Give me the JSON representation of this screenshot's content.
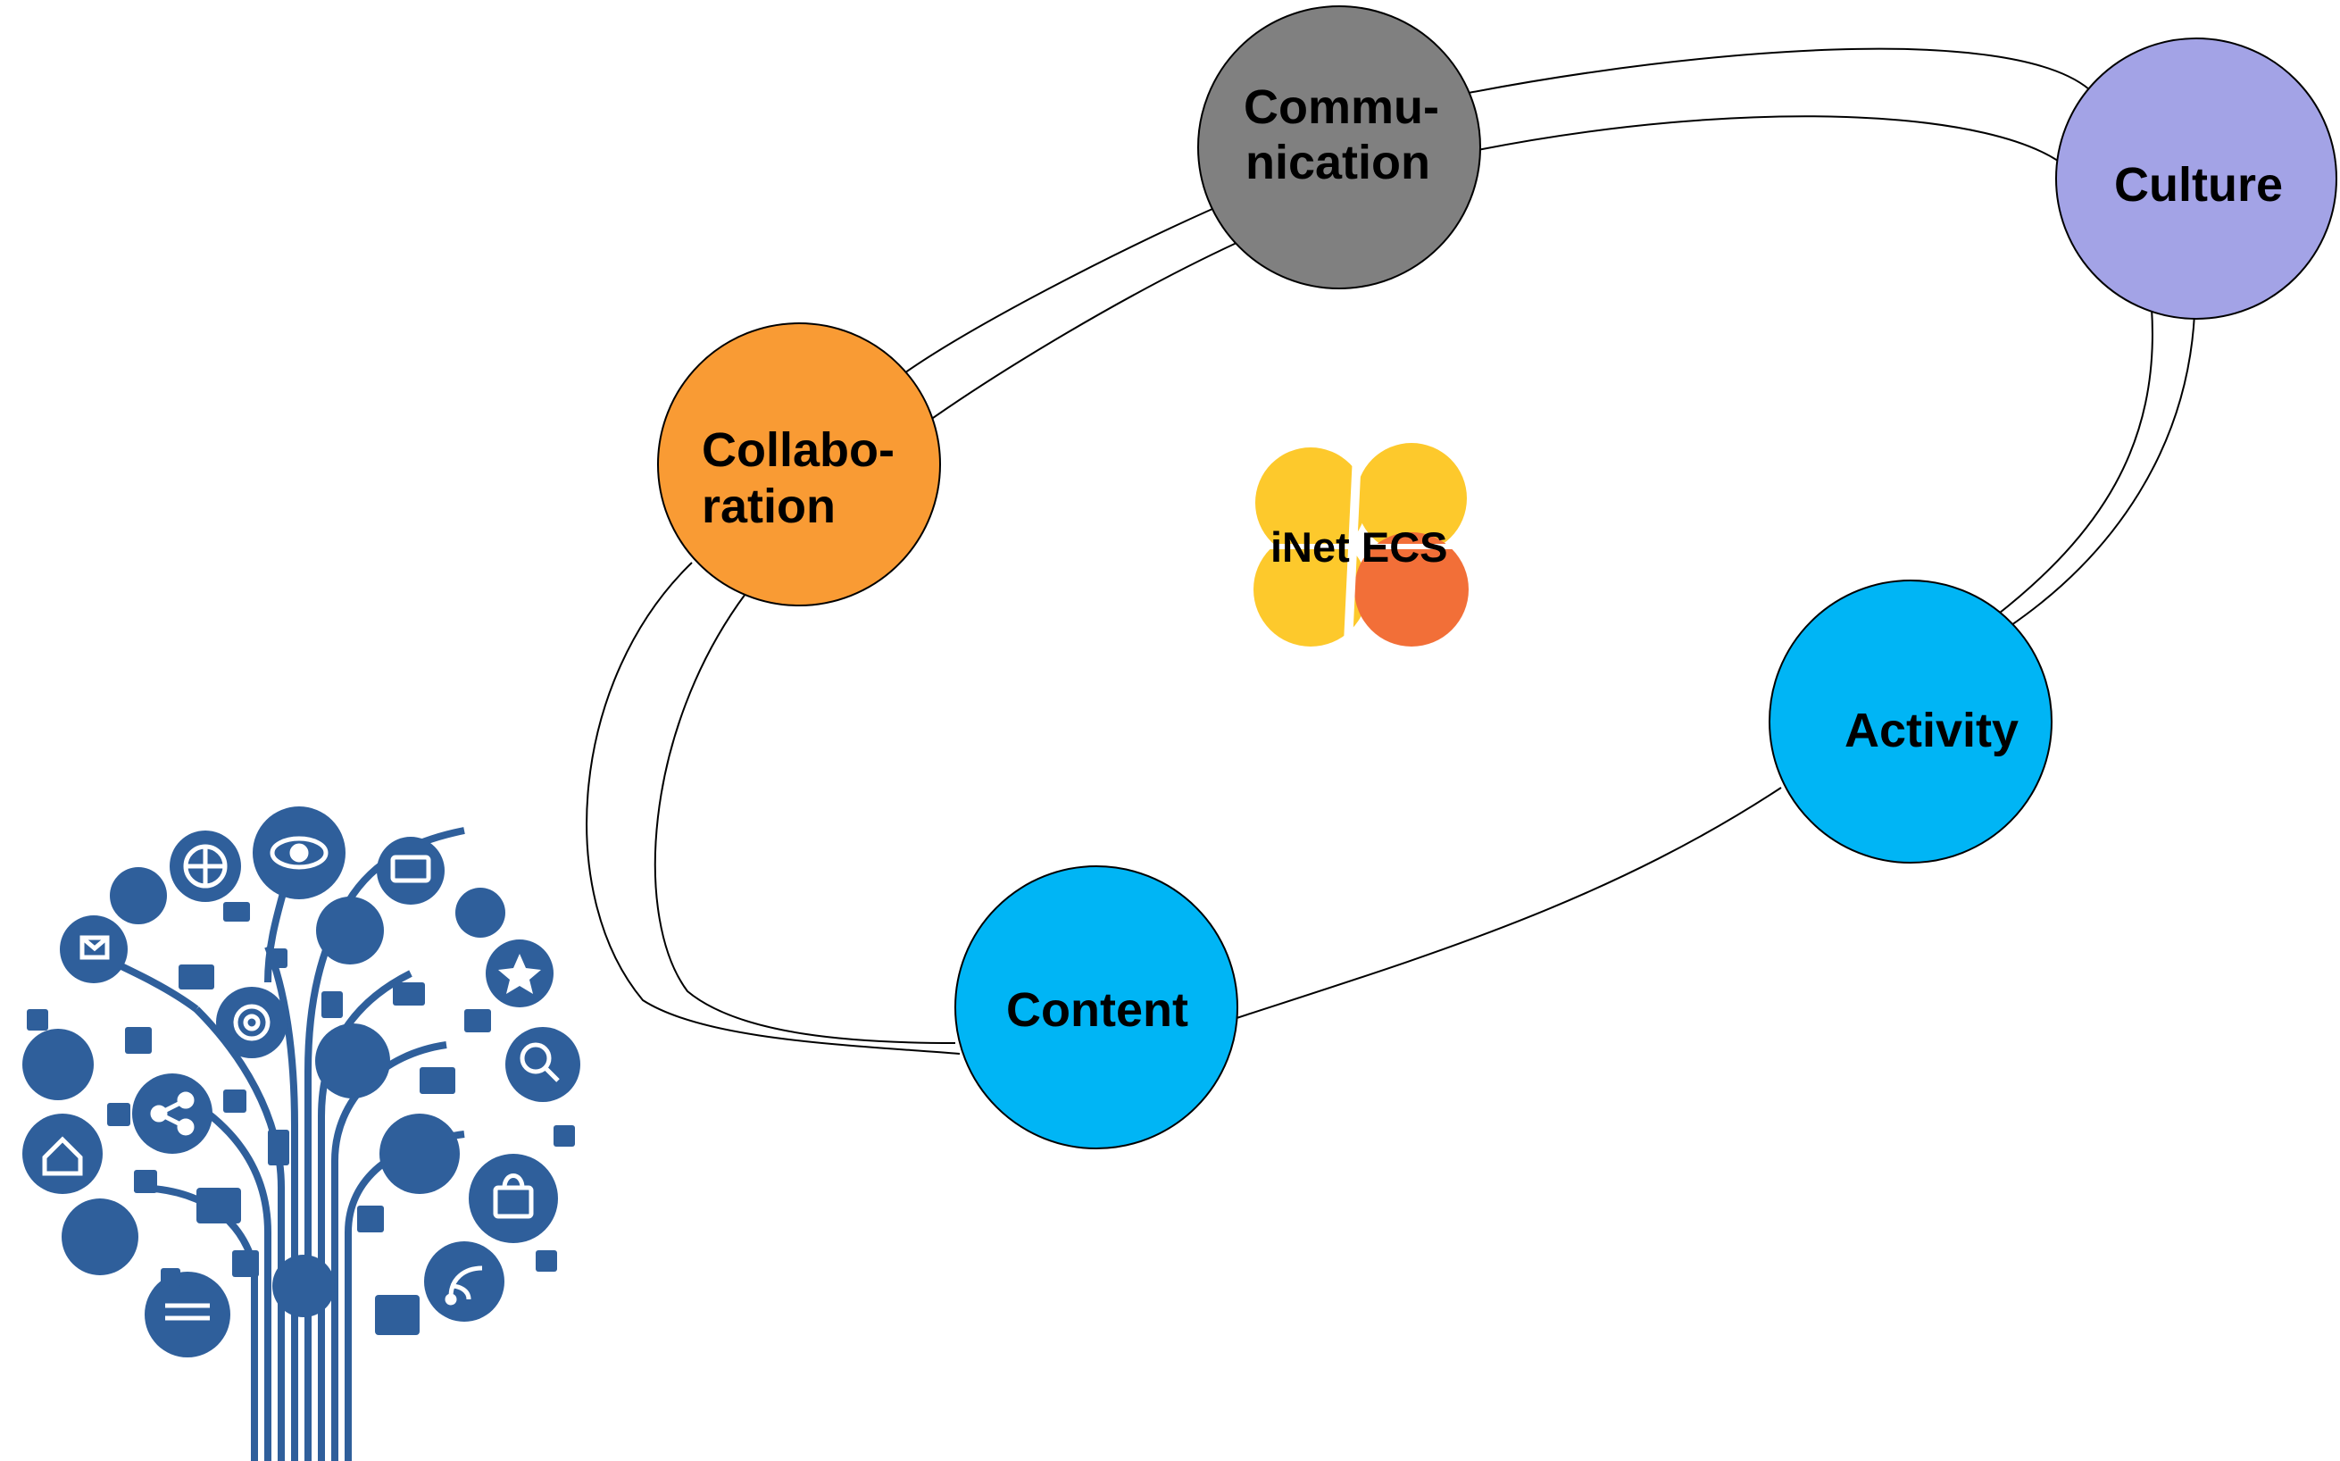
{
  "diagram": {
    "center": {
      "label": "iNet ECS",
      "colors": {
        "petal": "#FDC92C",
        "accent": "#F26F38"
      }
    },
    "nodes": [
      {
        "id": "communication",
        "lines": [
          "Commu-",
          "nication"
        ],
        "color": "#808080"
      },
      {
        "id": "culture",
        "lines": [
          "Culture"
        ],
        "color": "#A3A3E6"
      },
      {
        "id": "collaboration",
        "lines": [
          "Collabo-",
          "ration"
        ],
        "color": "#F99B34"
      },
      {
        "id": "activity",
        "lines": [
          "Activity"
        ],
        "color": "#00B5F5"
      },
      {
        "id": "content",
        "lines": [
          "Content"
        ],
        "color": "#00B5F5"
      }
    ],
    "illustration": {
      "name": "social media tree",
      "color": "#2F5F9B"
    }
  }
}
